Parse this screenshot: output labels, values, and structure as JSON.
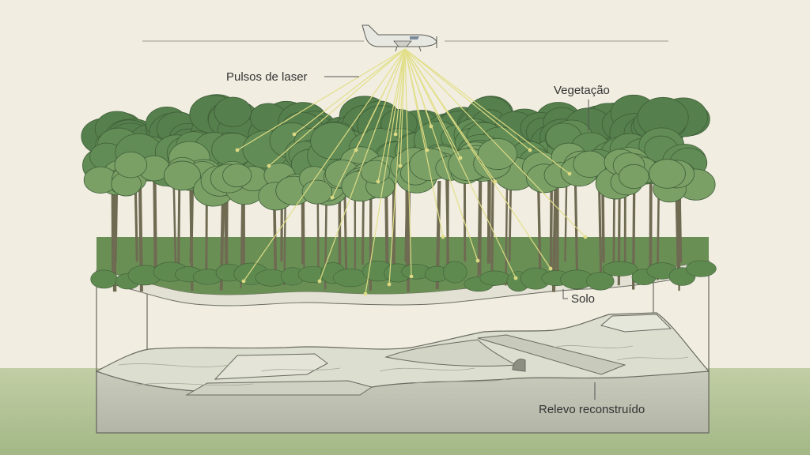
{
  "labels": {
    "laser": "Pulsos de laser",
    "vegetation": "Vegetação",
    "soil": "Solo",
    "relief": "Relevo reconstruído"
  },
  "colors": {
    "background": "#f1ede1",
    "ground_band": "#a9bd8c",
    "foliage": "#5e8a55",
    "foliage_light": "#7ea36a",
    "trunk": "#6f6a52",
    "laser": "#e2df86",
    "terrain": "#d7d9cb",
    "terrain_side": "#bfc0b1",
    "line": "#555555"
  },
  "icons": [
    "airplane-icon"
  ]
}
